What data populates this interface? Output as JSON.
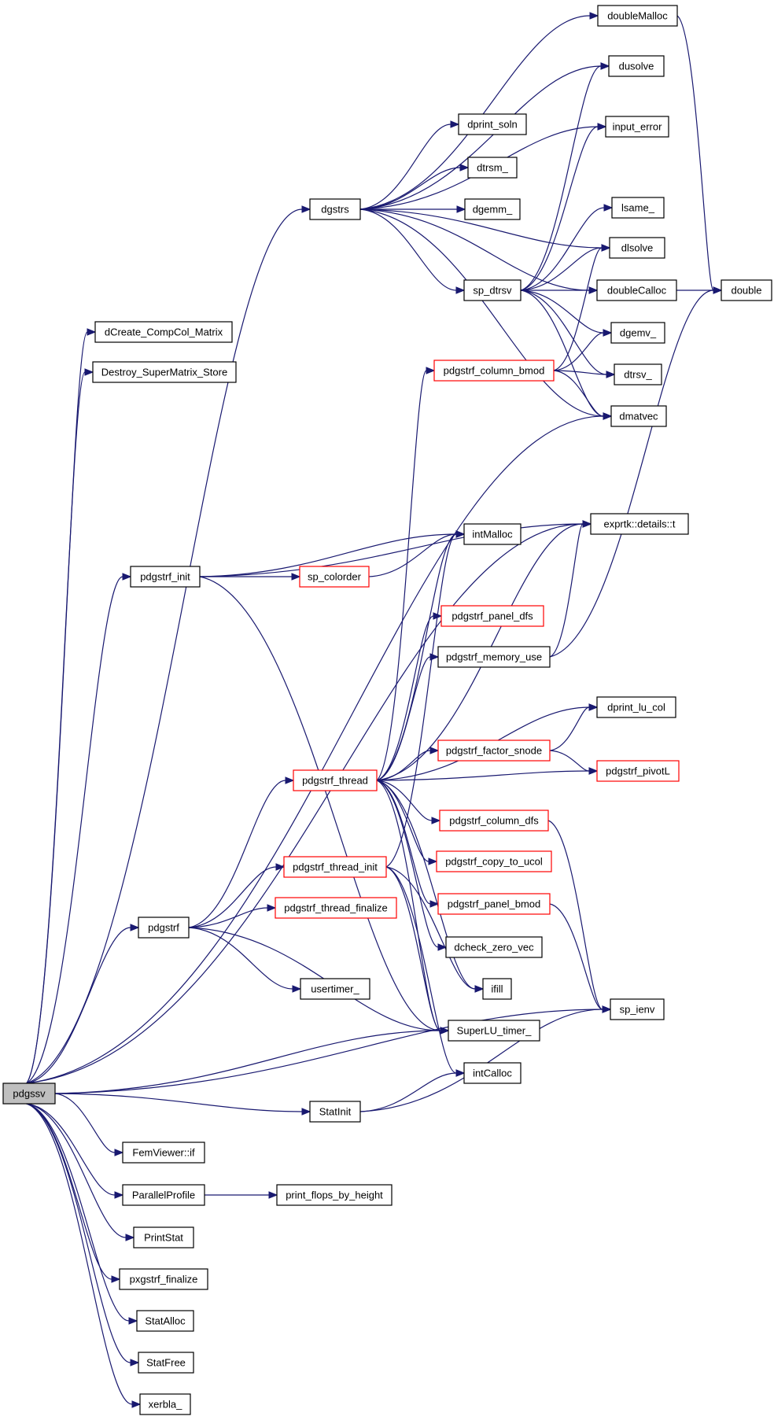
{
  "graph": {
    "nodes": [
      {
        "id": "pdgssv",
        "label": "pdgssv"
      },
      {
        "id": "dgstrs",
        "label": "dgstrs"
      },
      {
        "id": "doubleMalloc",
        "label": "doubleMalloc"
      },
      {
        "id": "dusolve",
        "label": "dusolve"
      },
      {
        "id": "input_error",
        "label": "input_error"
      },
      {
        "id": "dprint_soln",
        "label": "dprint_soln"
      },
      {
        "id": "dtrsm_",
        "label": "dtrsm_"
      },
      {
        "id": "dgemm_",
        "label": "dgemm_"
      },
      {
        "id": "lsame_",
        "label": "lsame_"
      },
      {
        "id": "dlsolve",
        "label": "dlsolve"
      },
      {
        "id": "sp_dtrsv",
        "label": "sp_dtrsv"
      },
      {
        "id": "doubleCalloc",
        "label": "doubleCalloc"
      },
      {
        "id": "double",
        "label": "double"
      },
      {
        "id": "dgemv_",
        "label": "dgemv_"
      },
      {
        "id": "pdgstrf_column_bmod",
        "label": "pdgstrf_column_bmod"
      },
      {
        "id": "dtrsv_",
        "label": "dtrsv_"
      },
      {
        "id": "dmatvec",
        "label": "dmatvec"
      },
      {
        "id": "dCreate_CompCol_Matrix",
        "label": "dCreate_CompCol_Matrix"
      },
      {
        "id": "Destroy_SuperMatrix_Store",
        "label": "Destroy_SuperMatrix_Store"
      },
      {
        "id": "exprtk_details_t",
        "label": "exprtk::details::t"
      },
      {
        "id": "intMalloc",
        "label": "intMalloc"
      },
      {
        "id": "pdgstrf_init",
        "label": "pdgstrf_init"
      },
      {
        "id": "sp_colorder",
        "label": "sp_colorder"
      },
      {
        "id": "pdgstrf_panel_dfs",
        "label": "pdgstrf_panel_dfs"
      },
      {
        "id": "pdgstrf_memory_use",
        "label": "pdgstrf_memory_use"
      },
      {
        "id": "dprint_lu_col",
        "label": "dprint_lu_col"
      },
      {
        "id": "pdgstrf_factor_snode",
        "label": "pdgstrf_factor_snode"
      },
      {
        "id": "pdgstrf_thread",
        "label": "pdgstrf_thread"
      },
      {
        "id": "pdgstrf_pivotL",
        "label": "pdgstrf_pivotL"
      },
      {
        "id": "pdgstrf_column_dfs",
        "label": "pdgstrf_column_dfs"
      },
      {
        "id": "pdgstrf_thread_init",
        "label": "pdgstrf_thread_init"
      },
      {
        "id": "pdgstrf_copy_to_ucol",
        "label": "pdgstrf_copy_to_ucol"
      },
      {
        "id": "pdgstrf_thread_finalize",
        "label": "pdgstrf_thread_finalize"
      },
      {
        "id": "pdgstrf_panel_bmod",
        "label": "pdgstrf_panel_bmod"
      },
      {
        "id": "pdgstrf",
        "label": "pdgstrf"
      },
      {
        "id": "dcheck_zero_vec",
        "label": "dcheck_zero_vec"
      },
      {
        "id": "usertimer_",
        "label": "usertimer_"
      },
      {
        "id": "ifill",
        "label": "ifill"
      },
      {
        "id": "sp_ienv",
        "label": "sp_ienv"
      },
      {
        "id": "SuperLU_timer_",
        "label": "SuperLU_timer_"
      },
      {
        "id": "intCalloc",
        "label": "intCalloc"
      },
      {
        "id": "StatInit",
        "label": "StatInit"
      },
      {
        "id": "FemViewer_if",
        "label": "FemViewer::if"
      },
      {
        "id": "ParallelProfile",
        "label": "ParallelProfile"
      },
      {
        "id": "print_flops_by_height",
        "label": "print_flops_by_height"
      },
      {
        "id": "PrintStat",
        "label": "PrintStat"
      },
      {
        "id": "pxgstrf_finalize",
        "label": "pxgstrf_finalize"
      },
      {
        "id": "StatAlloc",
        "label": "StatAlloc"
      },
      {
        "id": "StatFree",
        "label": "StatFree"
      },
      {
        "id": "xerbla_",
        "label": "xerbla_"
      }
    ],
    "edges": [
      [
        "pdgssv",
        "dgstrs"
      ],
      [
        "pdgssv",
        "dCreate_CompCol_Matrix"
      ],
      [
        "pdgssv",
        "Destroy_SuperMatrix_Store"
      ],
      [
        "pdgssv",
        "dmatvec"
      ],
      [
        "pdgssv",
        "exprtk_details_t"
      ],
      [
        "pdgssv",
        "pdgstrf_init"
      ],
      [
        "pdgssv",
        "pdgstrf"
      ],
      [
        "pdgssv",
        "SuperLU_timer_"
      ],
      [
        "pdgssv",
        "sp_ienv"
      ],
      [
        "pdgssv",
        "StatInit"
      ],
      [
        "pdgssv",
        "FemViewer_if"
      ],
      [
        "pdgssv",
        "ParallelProfile"
      ],
      [
        "pdgssv",
        "PrintStat"
      ],
      [
        "pdgssv",
        "pxgstrf_finalize"
      ],
      [
        "pdgssv",
        "StatAlloc"
      ],
      [
        "pdgssv",
        "StatFree"
      ],
      [
        "pdgssv",
        "xerbla_"
      ],
      [
        "dgstrs",
        "doubleMalloc"
      ],
      [
        "dgstrs",
        "dusolve"
      ],
      [
        "dgstrs",
        "input_error"
      ],
      [
        "dgstrs",
        "dprint_soln"
      ],
      [
        "dgstrs",
        "dtrsm_"
      ],
      [
        "dgstrs",
        "dgemm_"
      ],
      [
        "dgstrs",
        "dlsolve"
      ],
      [
        "dgstrs",
        "sp_dtrsv"
      ],
      [
        "dgstrs",
        "doubleCalloc"
      ],
      [
        "dgstrs",
        "dmatvec"
      ],
      [
        "doubleMalloc",
        "double"
      ],
      [
        "doubleCalloc",
        "double"
      ],
      [
        "sp_dtrsv",
        "dusolve"
      ],
      [
        "sp_dtrsv",
        "input_error"
      ],
      [
        "sp_dtrsv",
        "lsame_"
      ],
      [
        "sp_dtrsv",
        "dlsolve"
      ],
      [
        "sp_dtrsv",
        "doubleCalloc"
      ],
      [
        "sp_dtrsv",
        "dgemv_"
      ],
      [
        "sp_dtrsv",
        "dtrsv_"
      ],
      [
        "sp_dtrsv",
        "dmatvec"
      ],
      [
        "pdgstrf_column_bmod",
        "dlsolve"
      ],
      [
        "pdgstrf_column_bmod",
        "dgemv_"
      ],
      [
        "pdgstrf_column_bmod",
        "dtrsv_"
      ],
      [
        "pdgstrf_column_bmod",
        "dmatvec"
      ],
      [
        "pdgstrf_init",
        "exprtk_details_t"
      ],
      [
        "pdgstrf_init",
        "intMalloc"
      ],
      [
        "pdgstrf_init",
        "sp_colorder"
      ],
      [
        "pdgstrf_init",
        "SuperLU_timer_"
      ],
      [
        "sp_colorder",
        "intMalloc"
      ],
      [
        "pdgstrf_memory_use",
        "exprtk_details_t"
      ],
      [
        "pdgstrf_memory_use",
        "double"
      ],
      [
        "pdgstrf_factor_snode",
        "dprint_lu_col"
      ],
      [
        "pdgstrf_factor_snode",
        "pdgstrf_pivotL"
      ],
      [
        "pdgstrf_thread",
        "pdgstrf_column_bmod"
      ],
      [
        "pdgstrf_thread",
        "intMalloc"
      ],
      [
        "pdgstrf_thread",
        "exprtk_details_t"
      ],
      [
        "pdgstrf_thread",
        "pdgstrf_panel_dfs"
      ],
      [
        "pdgstrf_thread",
        "pdgstrf_memory_use"
      ],
      [
        "pdgstrf_thread",
        "dprint_lu_col"
      ],
      [
        "pdgstrf_thread",
        "pdgstrf_factor_snode"
      ],
      [
        "pdgstrf_thread",
        "pdgstrf_pivotL"
      ],
      [
        "pdgstrf_thread",
        "pdgstrf_column_dfs"
      ],
      [
        "pdgstrf_thread",
        "pdgstrf_copy_to_ucol"
      ],
      [
        "pdgstrf_thread",
        "pdgstrf_panel_bmod"
      ],
      [
        "pdgstrf_thread",
        "dcheck_zero_vec"
      ],
      [
        "pdgstrf_thread",
        "ifill"
      ],
      [
        "pdgstrf_thread",
        "SuperLU_timer_"
      ],
      [
        "pdgstrf_column_dfs",
        "sp_ienv"
      ],
      [
        "pdgstrf_panel_bmod",
        "sp_ienv"
      ],
      [
        "pdgstrf_thread_init",
        "intMalloc"
      ],
      [
        "pdgstrf_thread_init",
        "ifill"
      ],
      [
        "pdgstrf_thread_init",
        "SuperLU_timer_"
      ],
      [
        "pdgstrf_thread_init",
        "intCalloc"
      ],
      [
        "pdgstrf",
        "pdgstrf_thread"
      ],
      [
        "pdgstrf",
        "pdgstrf_thread_init"
      ],
      [
        "pdgstrf",
        "pdgstrf_thread_finalize"
      ],
      [
        "pdgstrf",
        "usertimer_"
      ],
      [
        "pdgstrf",
        "SuperLU_timer_"
      ],
      [
        "StatInit",
        "intCalloc"
      ],
      [
        "StatInit",
        "sp_ienv"
      ],
      [
        "ParallelProfile",
        "print_flops_by_height"
      ]
    ]
  }
}
